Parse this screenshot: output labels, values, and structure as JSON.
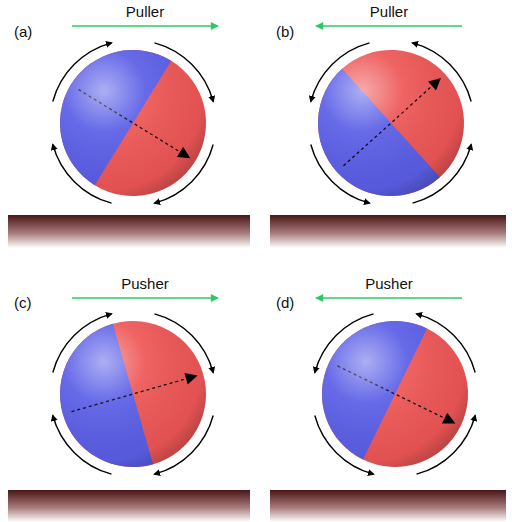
{
  "diagram": {
    "labels": [
      "(a)",
      "Puller",
      "(b)",
      "Puller",
      "(c)",
      "Pusher",
      "(d)",
      "Pusher"
    ]
  }
}
